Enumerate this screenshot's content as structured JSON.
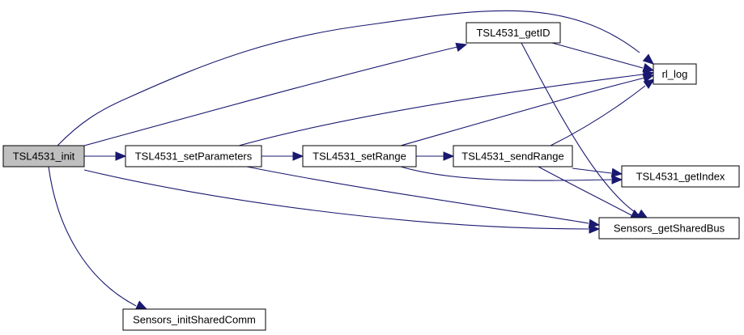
{
  "graph": {
    "type": "call-graph",
    "edge_color": "#191970",
    "nodes": [
      {
        "id": "init",
        "label": "TSL4531_init",
        "fill": "#bfbfbf",
        "current": true
      },
      {
        "id": "setParameters",
        "label": "TSL4531_setParameters",
        "fill": "#ffffff"
      },
      {
        "id": "setRange",
        "label": "TSL4531_setRange",
        "fill": "#ffffff"
      },
      {
        "id": "sendRange",
        "label": "TSL4531_sendRange",
        "fill": "#ffffff"
      },
      {
        "id": "getID",
        "label": "TSL4531_getID",
        "fill": "#ffffff"
      },
      {
        "id": "rl_log",
        "label": "rl_log",
        "fill": "#ffffff"
      },
      {
        "id": "getIndex",
        "label": "TSL4531_getIndex",
        "fill": "#ffffff"
      },
      {
        "id": "getSharedBus",
        "label": "Sensors_getSharedBus",
        "fill": "#ffffff"
      },
      {
        "id": "initSharedComm",
        "label": "Sensors_initSharedComm",
        "fill": "#ffffff"
      }
    ],
    "edges": [
      {
        "from": "init",
        "to": "rl_log"
      },
      {
        "from": "init",
        "to": "getID"
      },
      {
        "from": "init",
        "to": "setParameters"
      },
      {
        "from": "init",
        "to": "getSharedBus"
      },
      {
        "from": "init",
        "to": "initSharedComm"
      },
      {
        "from": "setParameters",
        "to": "rl_log"
      },
      {
        "from": "setParameters",
        "to": "setRange"
      },
      {
        "from": "setParameters",
        "to": "getSharedBus"
      },
      {
        "from": "setRange",
        "to": "rl_log"
      },
      {
        "from": "setRange",
        "to": "sendRange"
      },
      {
        "from": "setRange",
        "to": "getIndex"
      },
      {
        "from": "sendRange",
        "to": "rl_log"
      },
      {
        "from": "sendRange",
        "to": "getIndex"
      },
      {
        "from": "sendRange",
        "to": "getSharedBus"
      },
      {
        "from": "getID",
        "to": "rl_log"
      },
      {
        "from": "getID",
        "to": "getSharedBus"
      }
    ]
  }
}
